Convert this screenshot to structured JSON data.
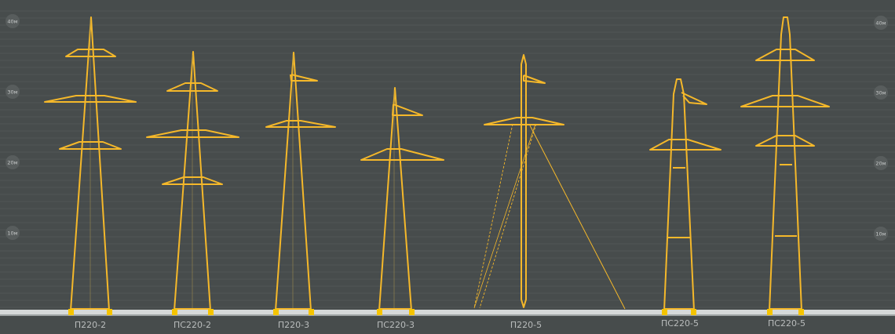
{
  "colors": {
    "background": "#474c4c",
    "grid_line": "#5a6060",
    "tower": "#f5b82a",
    "ground": "#d6d9d9",
    "foot": "#f5c400",
    "label": "#b9bcbc"
  },
  "scale": {
    "left": [
      "40м",
      "30м",
      "20м",
      "10м"
    ],
    "right": [
      "40м",
      "30м",
      "20м",
      "10м"
    ]
  },
  "towers": [
    {
      "label": "П220-2",
      "type": "lattice_3arm"
    },
    {
      "label": "ПС220-2",
      "type": "lattice_3arm"
    },
    {
      "label": "П220-3",
      "type": "lattice_2arm"
    },
    {
      "label": "ПС220-3",
      "type": "lattice_2arm"
    },
    {
      "label": "П220-5",
      "type": "guyed_mast"
    },
    {
      "label": "ПС220-5",
      "type": "tubular_2arm"
    },
    {
      "label": "ПС220-5",
      "type": "tubular_3arm"
    }
  ]
}
